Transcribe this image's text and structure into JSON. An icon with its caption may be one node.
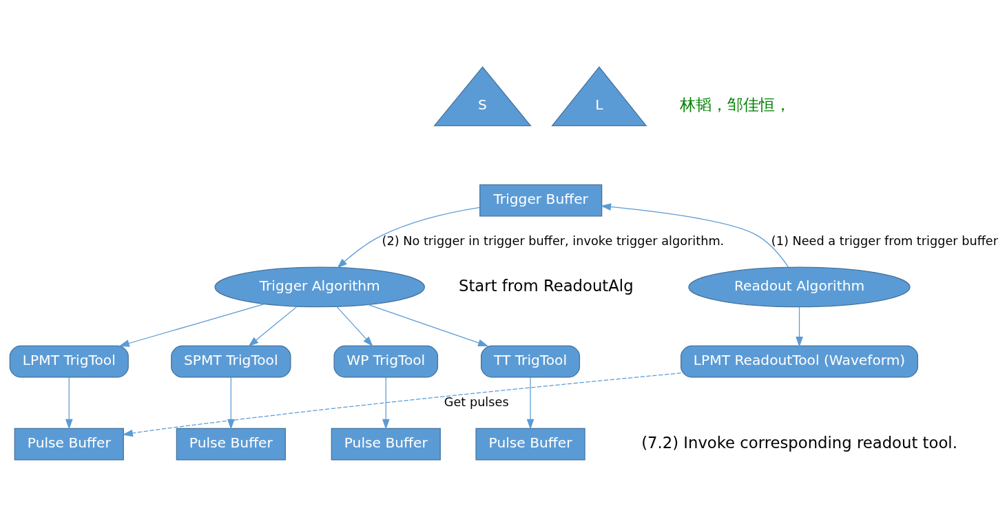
{
  "diagram": {
    "nodes": [
      {
        "text": [
          "S"
        ]
      },
      {
        "text": [
          "L"
        ]
      },
      {
        "text": [
          "Trigger Buffer"
        ]
      },
      {
        "text": [
          "Readout Algorithm"
        ],
        "beside": [
          "Start from ReadoutAlg"
        ]
      },
      {
        "text": [
          "Trigger Algorithm"
        ]
      },
      {
        "text": [
          "LPMT ReadoutTool (Waveform)"
        ]
      },
      {
        "text": [
          "LPMT TrigTool"
        ]
      },
      {
        "text": [
          "SPMT TrigTool"
        ]
      },
      {
        "text": [
          "WP TrigTool"
        ]
      },
      {
        "text": [
          "TT TrigTool"
        ]
      },
      {
        "text": [
          "Pulse Buffer"
        ]
      },
      {
        "text": [
          "Pulse Buffer"
        ]
      },
      {
        "text": [
          "Pulse Buffer"
        ]
      },
      {
        "text": [
          "Pulse Buffer"
        ]
      }
    ],
    "edges": [
      {
        "from": 3,
        "to": 2,
        "arrow": "to",
        "label": "(1) Need a trigger from trigger buffer"
      },
      {
        "from": 2,
        "to": 4,
        "arrow": "to",
        "label": "(2) No trigger in trigger buffer, invoke trigger algorithm."
      },
      {
        "from": 3,
        "to": 5,
        "arrow": "to"
      },
      {
        "from": 4,
        "to": 6,
        "arrow": "to"
      },
      {
        "from": 4,
        "to": 7,
        "arrow": "to"
      },
      {
        "from": 4,
        "to": 8,
        "arrow": "to"
      },
      {
        "from": 4,
        "to": 9,
        "arrow": "to"
      },
      {
        "from": 6,
        "to": 10,
        "arrow": "to"
      },
      {
        "from": 7,
        "to": 11,
        "arrow": "to"
      },
      {
        "from": 8,
        "to": 12,
        "arrow": "to"
      },
      {
        "from": 9,
        "to": 13,
        "arrow": "to"
      },
      {
        "from": 5,
        "to": 10,
        "arrow": "to",
        "style": "dashed",
        "label": "Get pulses"
      }
    ],
    "labels": [
      "林韬，邹佳恒，",
      "(7.2) Invoke corresponding readout tool."
    ]
  }
}
